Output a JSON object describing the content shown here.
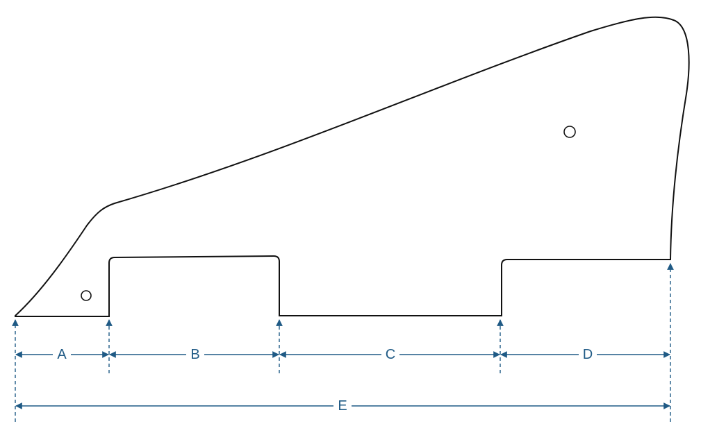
{
  "colors": {
    "outline": "#111111",
    "dimension": "#1f5a85",
    "background": "#ffffff"
  },
  "dimensions": {
    "a": "A",
    "b": "B",
    "c": "C",
    "d": "D",
    "e": "E"
  }
}
